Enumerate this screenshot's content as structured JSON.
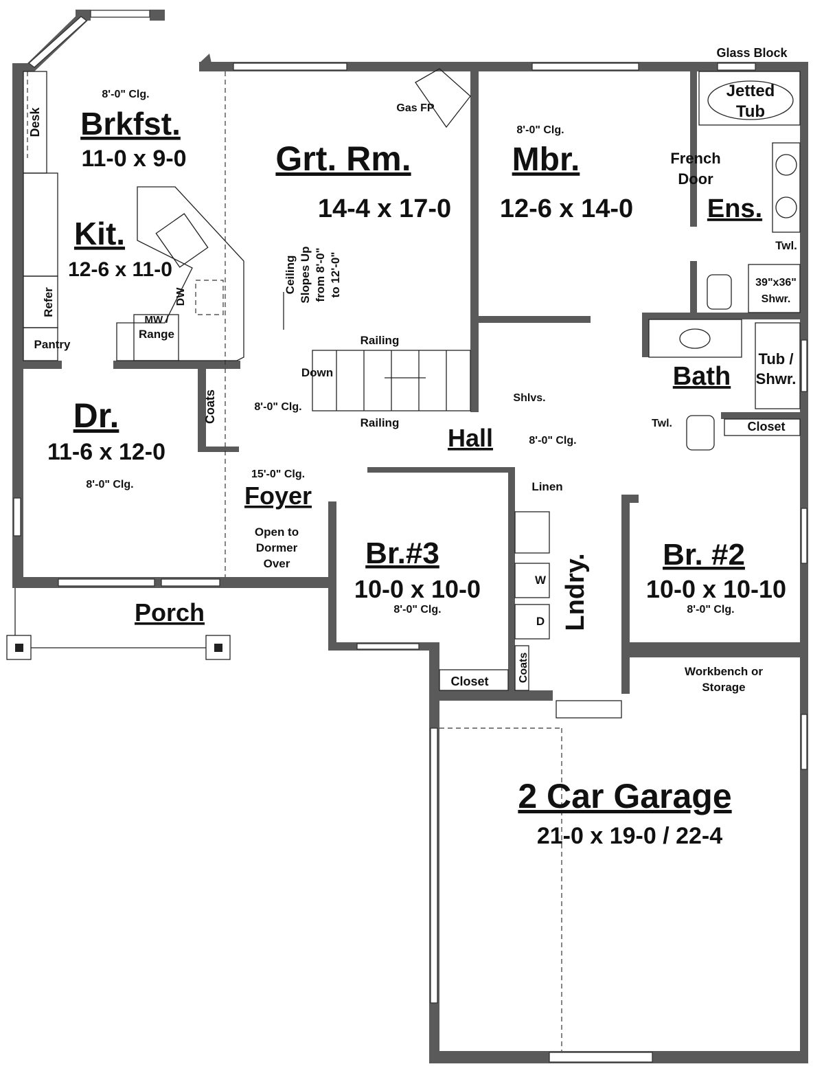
{
  "plan": {
    "breakfast": {
      "ceiling": "8'-0\" Clg.",
      "name": "Brkfst.",
      "size": "11-0 x 9-0"
    },
    "great_room": {
      "name": "Grt. Rm.",
      "size": "14-4 x 17-0",
      "fireplace": "Gas FP",
      "ceiling_note": [
        "Ceiling",
        "Slopes Up",
        "from 8'-0\"",
        "to 12'-0\""
      ]
    },
    "kitchen": {
      "name": "Kit.",
      "size": "12-6 x 11-0",
      "desk": "Desk",
      "refer": "Refer",
      "pantry": "Pantry",
      "range": [
        "MW /",
        "Range"
      ],
      "dw": "DW"
    },
    "master": {
      "ceiling": "8'-0\" Clg.",
      "name": "Mbr.",
      "size": "12-6 x 14-0",
      "french_door": [
        "French",
        "Door"
      ],
      "shelves": "Shlvs."
    },
    "ensuite": {
      "name": "Ens.",
      "glass_block": "Glass Block",
      "tub": [
        "Jetted",
        "Tub"
      ],
      "towel": "Twl.",
      "shower": [
        "39\"x36\"",
        "Shwr."
      ]
    },
    "bath": {
      "name": "Bath",
      "tub": [
        "Tub /",
        "Shwr."
      ],
      "towel": "Twl.",
      "closet": "Closet"
    },
    "stairs": {
      "railing_top": "Railing",
      "down": "Down",
      "railing_bottom": "Railing"
    },
    "coats_front": "Coats",
    "stair_ceiling": "8'-0\" Clg.",
    "dining": {
      "name": "Dr.",
      "size": "11-6 x 12-0",
      "ceiling": "8'-0\" Clg."
    },
    "hall": {
      "name": "Hall",
      "ceiling": "8'-0\" Clg."
    },
    "foyer": {
      "ceiling": "15'-0\" Clg.",
      "name": "Foyer",
      "note": [
        "Open to",
        "Dormer",
        "Over"
      ]
    },
    "linen": "Linen",
    "br3": {
      "name": "Br.#3",
      "size": "10-0 x 10-0",
      "ceiling": "8'-0\" Clg.",
      "closet": "Closet"
    },
    "br2": {
      "name": "Br. #2",
      "size": "10-0 x 10-10",
      "ceiling": "8'-0\" Clg."
    },
    "laundry": {
      "name": "Lndry.",
      "washer": "W",
      "dryer": "D",
      "coats": "Coats"
    },
    "porch": "Porch",
    "garage": {
      "name": "2 Car Garage",
      "size": "21-0 x 19-0 / 22-4",
      "workbench": [
        "Workbench or",
        "Storage"
      ]
    }
  }
}
